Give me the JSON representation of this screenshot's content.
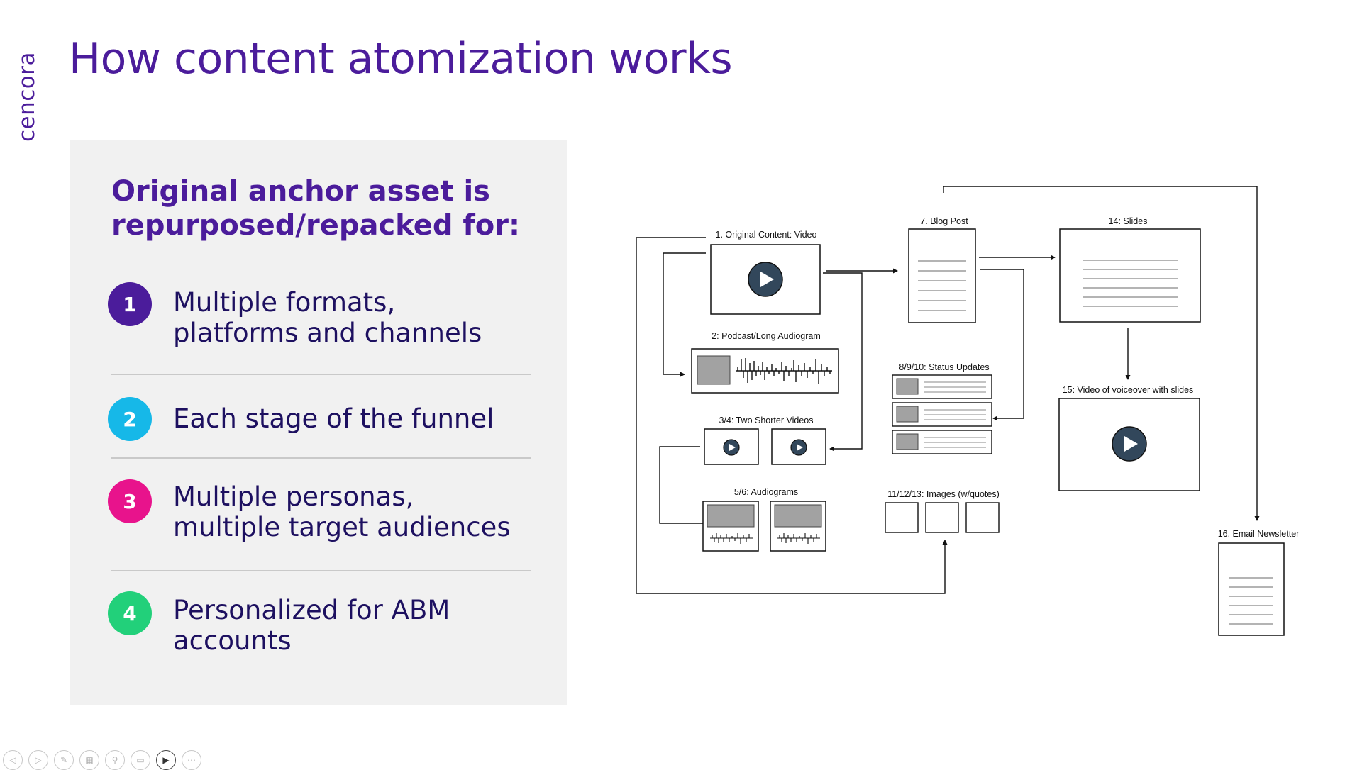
{
  "logo": {
    "text": "cencora"
  },
  "slide": {
    "title": "How content atomization works"
  },
  "panel": {
    "heading": "Original anchor asset is repurposed/repacked for:",
    "items": [
      {
        "number": "1",
        "text": "Multiple formats, platforms and channels",
        "color": "#4b1c9b"
      },
      {
        "number": "2",
        "text": "Each stage of the funnel",
        "color": "#16b8e8"
      },
      {
        "number": "3",
        "text": "Multiple personas, multiple target audiences",
        "color": "#e8138c"
      },
      {
        "number": "4",
        "text": "Personalized for ABM accounts",
        "color": "#22d07a"
      }
    ]
  },
  "diagram": {
    "labels": {
      "original": "1. Original Content: Video",
      "podcast": "2: Podcast/Long Audiogram",
      "two_videos": "3/4: Two Shorter Videos",
      "audiograms": "5/6: Audiograms",
      "blog": "7. Blog Post",
      "status": "8/9/10: Status Updates",
      "images": "11/12/13: Images (w/quotes)",
      "slides": "14: Slides",
      "voiceover": "15: Video of voiceover with slides",
      "newsletter": "16. Email Newsletter"
    }
  },
  "toolbar": {
    "buttons": [
      {
        "name": "previous-slide-button",
        "icon": "arrow-left-icon",
        "glyph": "◁"
      },
      {
        "name": "next-slide-button",
        "icon": "arrow-right-icon",
        "glyph": "▷"
      },
      {
        "name": "pen-button",
        "icon": "pen-icon",
        "glyph": "✎"
      },
      {
        "name": "see-all-slides-button",
        "icon": "slides-icon",
        "glyph": "▦"
      },
      {
        "name": "zoom-button",
        "icon": "magnifier-icon",
        "glyph": "⚲"
      },
      {
        "name": "subtitles-button",
        "icon": "subtitles-icon",
        "glyph": "▭"
      },
      {
        "name": "camera-button",
        "icon": "camera-icon",
        "glyph": "▶"
      },
      {
        "name": "more-options-button",
        "icon": "more-icon",
        "glyph": "⋯"
      }
    ]
  }
}
